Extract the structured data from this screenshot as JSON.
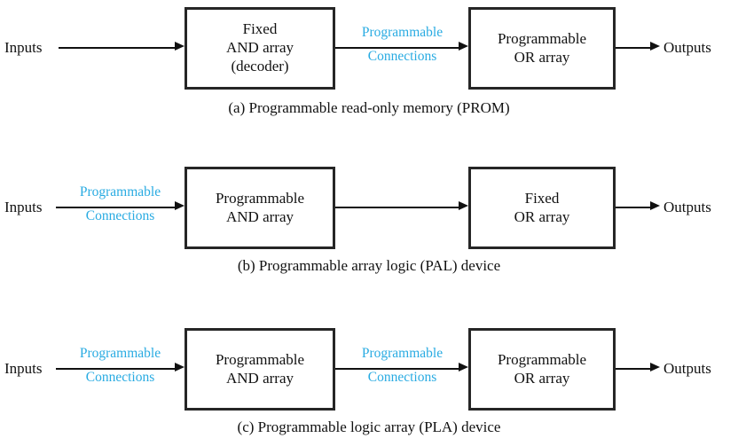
{
  "figure": {
    "accent_blue": "#29ABE2",
    "line_color": "#111111",
    "box_border_color": "#262626",
    "input_label": "Inputs",
    "output_label": "Outputs",
    "programmable_line1": "Programmable",
    "programmable_line2": "Connections"
  },
  "rows": [
    {
      "id": "prom",
      "caption": "(a) Programmable read-only memory (PROM)",
      "input_label": "Inputs",
      "output_label": "Outputs",
      "left_connection_labeled": false,
      "middle_connection_labeled": true,
      "left_box": {
        "line1": "Fixed",
        "line2": "AND array",
        "line3": "(decoder)"
      },
      "right_box": {
        "line1": "Programmable",
        "line2": "OR array",
        "line3": ""
      }
    },
    {
      "id": "pal",
      "caption": "(b) Programmable array logic (PAL) device",
      "input_label": "Inputs",
      "output_label": "Outputs",
      "left_connection_labeled": true,
      "middle_connection_labeled": false,
      "left_box": {
        "line1": "Programmable",
        "line2": "AND array",
        "line3": ""
      },
      "right_box": {
        "line1": "Fixed",
        "line2": "OR array",
        "line3": ""
      }
    },
    {
      "id": "pla",
      "caption": "(c) Programmable logic array (PLA) device",
      "input_label": "Inputs",
      "output_label": "Outputs",
      "left_connection_labeled": true,
      "middle_connection_labeled": true,
      "left_box": {
        "line1": "Programmable",
        "line2": "AND array",
        "line3": ""
      },
      "right_box": {
        "line1": "Programmable",
        "line2": "OR array",
        "line3": ""
      }
    }
  ]
}
